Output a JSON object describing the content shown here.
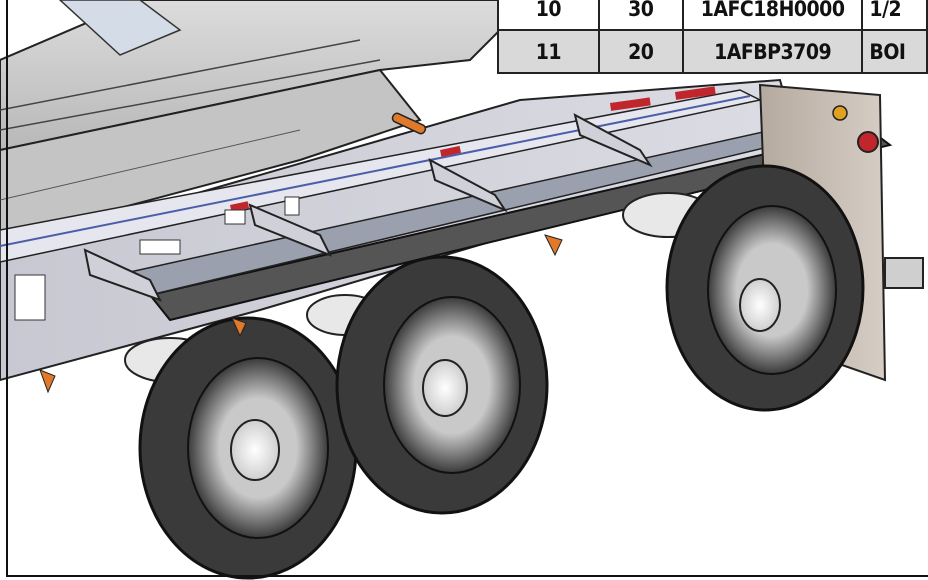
{
  "parts_table": {
    "rows": [
      [
        "10",
        "30",
        "1AFC18H0000",
        "1/2"
      ],
      [
        "11",
        "20",
        "1AFBP3709",
        "BOI"
      ]
    ]
  }
}
